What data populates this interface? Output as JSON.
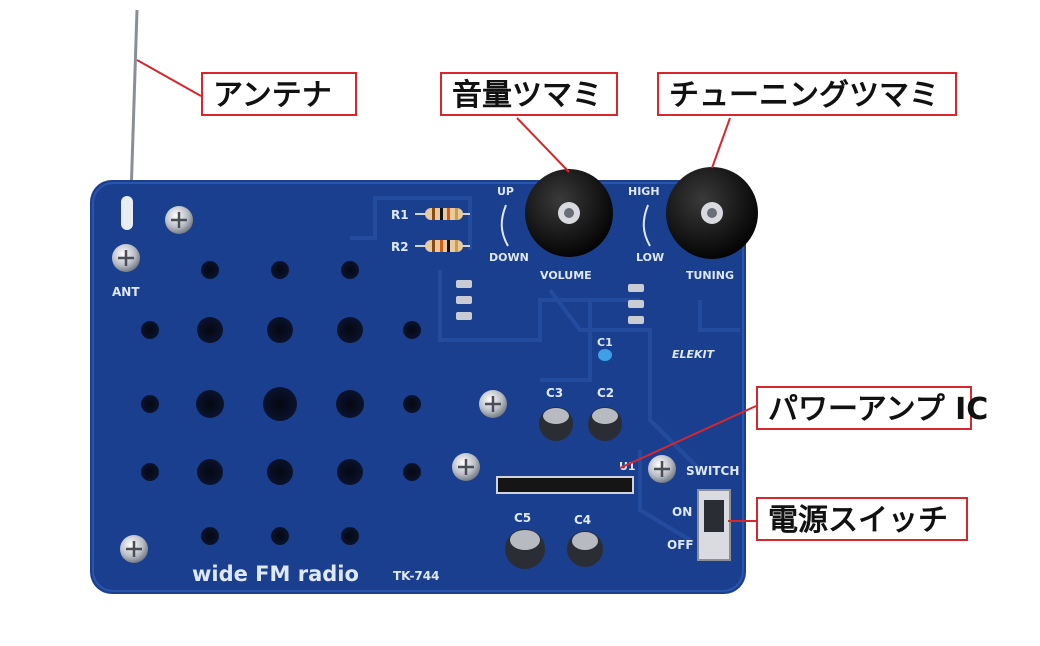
{
  "callouts": {
    "antenna": "アンテナ",
    "volume_knob": "音量ツマミ",
    "tuning_knob": "チューニングツマミ",
    "power_amp_ic": "パワーアンプ IC",
    "power_switch": "電源スイッチ"
  },
  "pcb_labels": {
    "ant": "ANT",
    "r1": "R1",
    "r2": "R2",
    "up": "UP",
    "down": "DOWN",
    "volume": "VOLUME",
    "high": "HIGH",
    "low": "LOW",
    "tuning": "TUNING",
    "c1": "C1",
    "c2": "C2",
    "c3": "C3",
    "c4": "C4",
    "c5": "C5",
    "u1": "U1",
    "switch": "SWITCH",
    "on": "ON",
    "off": "OFF",
    "brand": "ELEKIT",
    "product": "wide FM radio",
    "model": "TK-744"
  },
  "colors": {
    "board": "#1b3f8f",
    "callout_border": "#d8262d",
    "leader_line": "#d8262d"
  },
  "icons": [
    "screw-icon",
    "resistor-icon",
    "capacitor-icon",
    "knob-icon",
    "slide-switch-icon"
  ]
}
